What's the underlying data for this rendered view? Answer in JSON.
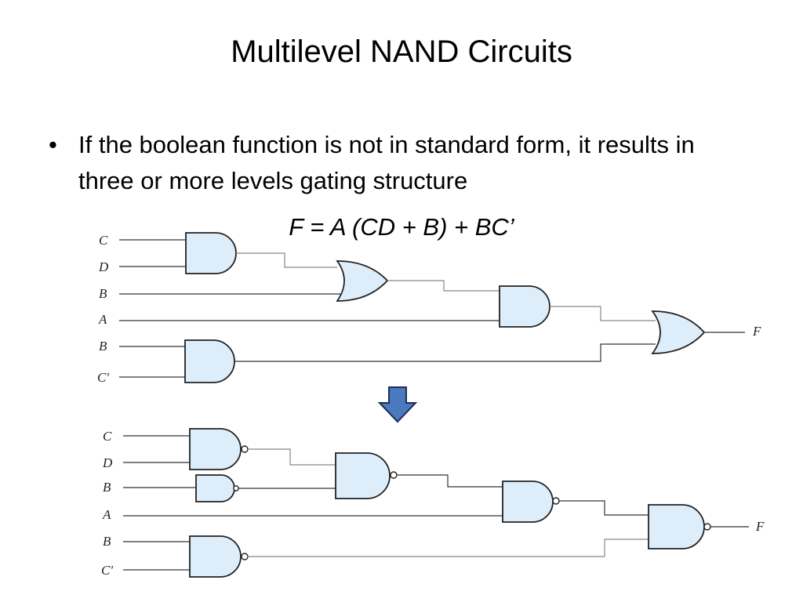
{
  "slide": {
    "title": "Multilevel NAND Circuits",
    "bullet": "If the boolean function is not in standard form, it results in three or more levels gating structure",
    "formula": "F = A (CD + B) + BC’"
  },
  "top_circuit": {
    "inputs": [
      "C",
      "D",
      "B",
      "A",
      "B",
      "C'"
    ],
    "output": "F"
  },
  "bottom_circuit": {
    "inputs": [
      "C",
      "D",
      "B",
      "A",
      "B",
      "C'"
    ],
    "output": "F"
  },
  "colors": {
    "gate_fill": "#ddeefa",
    "arrow_fill": "#4a79c0",
    "arrow_stroke": "#1d2f55"
  },
  "icons": {
    "transform_arrow": "down-arrow-icon"
  }
}
